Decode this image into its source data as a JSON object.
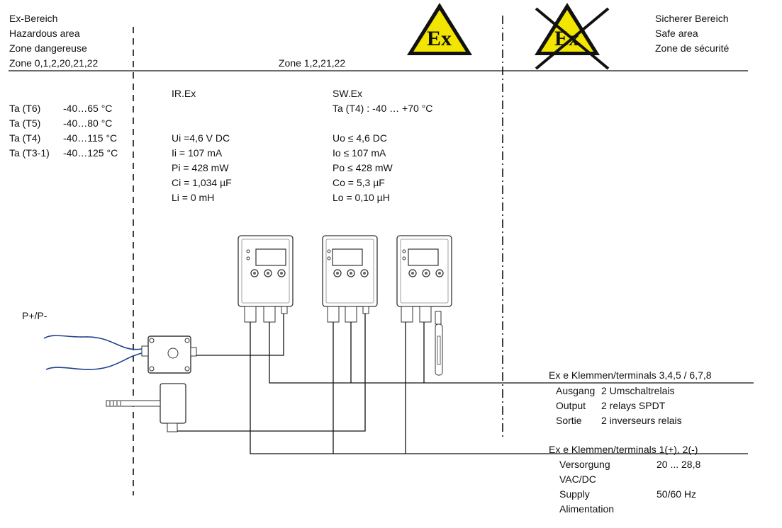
{
  "zones": {
    "hazard": [
      "Ex-Bereich",
      "Hazardous area",
      "Zone dangereuse",
      "Zone 0,1,2,20,21,22"
    ],
    "middle": "Zone 1,2,21,22",
    "safe": [
      "Sicherer Bereich",
      "Safe area",
      "Zone de sécurité"
    ]
  },
  "symbols": {
    "ex_label": "Ex"
  },
  "temperature_classes": [
    {
      "label": "Ta (T6)",
      "range": "-40…65 °C"
    },
    {
      "label": "Ta (T5)",
      "range": "-40…80 °C"
    },
    {
      "label": "Ta (T4)",
      "range": "-40…115 °C"
    },
    {
      "label": "Ta (T3-1)",
      "range": "-40…125 °C"
    }
  ],
  "ir_ex": {
    "title": "IR.Ex",
    "params": [
      "Ui =4,6 V DC",
      "Ii = 107 mA",
      "Pi = 428 mW",
      "Ci = 1,034 µF",
      "Li = 0 mH"
    ]
  },
  "sw_ex": {
    "title": "SW.Ex",
    "ta": "Ta (T4) : -40 … +70 °C",
    "params": [
      "Uo ≤ 4,6 DC",
      "Io ≤ 107 mA",
      "Po ≤ 428 mW",
      "Co = 5,3 µF",
      "Lo = 0,10 µH"
    ]
  },
  "sensor_label": "P+/P-",
  "terminals_output": {
    "heading": "Ex e Klemmen/terminals 3,4,5 / 6,7,8",
    "rows": [
      {
        "k": "Ausgang",
        "v": "2 Umschaltrelais"
      },
      {
        "k": "Output",
        "v": "2 relays SPDT"
      },
      {
        "k": "Sortie",
        "v": "2 inverseurs relais"
      }
    ]
  },
  "terminals_supply": {
    "heading": "Ex e Klemmen/terminals 1(+), 2(-)",
    "rows": [
      {
        "k": "Versorgung",
        "v": "20 ... 28,8"
      },
      {
        "k": "VAC/DC",
        "v": ""
      },
      {
        "k": "Supply",
        "v": "50/60 Hz"
      },
      {
        "k": "Alimentation",
        "v": ""
      }
    ]
  },
  "colors": {
    "ex_yellow": "#f2e600",
    "cable_blue": "#1f3f8f",
    "line": "#111111"
  }
}
